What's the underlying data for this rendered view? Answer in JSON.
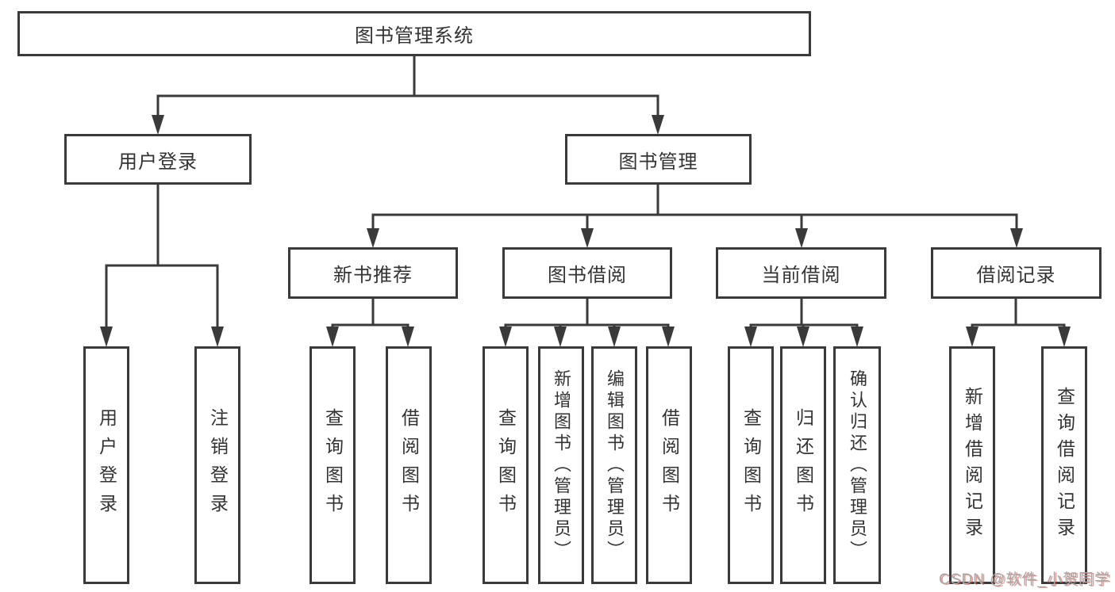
{
  "diagram_title": "图书管理系统",
  "nodes": {
    "root": "图书管理系统",
    "l2": [
      "用户登录",
      "图书管理"
    ],
    "l3": [
      "新书推荐",
      "图书借阅",
      "当前借阅",
      "借阅记录"
    ],
    "leaves": [
      "用户登录",
      "注销登录",
      "查询图书",
      "借阅图书",
      "查询图书",
      "新增图书（管理员）",
      "编辑图书（管理员）",
      "借阅图书",
      "查询图书",
      "归还图书",
      "确认归还（管理员）",
      "新增借阅记录",
      "查询借阅记录"
    ]
  },
  "hierarchy": [
    {
      "parent": "图书管理系统",
      "children": [
        "用户登录",
        "图书管理"
      ]
    },
    {
      "parent": "用户登录",
      "children": [
        "用户登录",
        "注销登录"
      ]
    },
    {
      "parent": "图书管理",
      "children": [
        "新书推荐",
        "图书借阅",
        "当前借阅",
        "借阅记录"
      ]
    },
    {
      "parent": "新书推荐",
      "children": [
        "查询图书",
        "借阅图书"
      ]
    },
    {
      "parent": "图书借阅",
      "children": [
        "查询图书",
        "新增图书（管理员）",
        "编辑图书（管理员）",
        "借阅图书"
      ]
    },
    {
      "parent": "当前借阅",
      "children": [
        "查询图书",
        "归还图书",
        "确认归还（管理员）"
      ]
    },
    {
      "parent": "借阅记录",
      "children": [
        "新增借阅记录",
        "查询借阅记录"
      ]
    }
  ],
  "watermark": {
    "text": "CSDN @软件_小贺同学"
  },
  "colors": {
    "line": "#3a3a3a",
    "box_border": "#3a3a3a",
    "box_background": "#ffffff",
    "text": "#333333",
    "page_background": "#ffffff",
    "watermark_gray": "#a8a8a8",
    "watermark_red": "#cb4e44"
  }
}
